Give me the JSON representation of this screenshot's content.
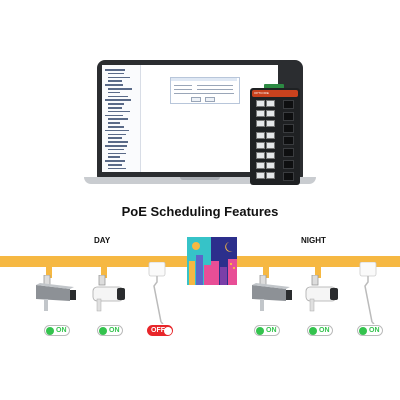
{
  "title": "PoE Scheduling Features",
  "day_label": "DAY",
  "night_label": "NIGHT",
  "switch_brand": "OPTCORE",
  "tree_items": [
    "",
    "",
    "",
    "",
    "",
    "",
    "",
    "",
    "",
    "",
    "",
    "",
    "",
    "",
    "",
    "",
    "",
    "",
    "",
    "",
    "",
    "",
    "",
    "",
    "",
    "",
    ""
  ],
  "colors": {
    "rail": "#f6b842",
    "on": "#34c34e",
    "off": "#e8262a",
    "switch_top": "#c9421e"
  },
  "day_devices": [
    {
      "type": "box-camera",
      "status": "ON"
    },
    {
      "type": "bullet-camera",
      "status": "ON"
    },
    {
      "type": "street-light",
      "status": "OFF"
    }
  ],
  "night_devices": [
    {
      "type": "box-camera",
      "status": "ON"
    },
    {
      "type": "bullet-camera",
      "status": "ON"
    },
    {
      "type": "street-light",
      "status": "ON"
    }
  ]
}
